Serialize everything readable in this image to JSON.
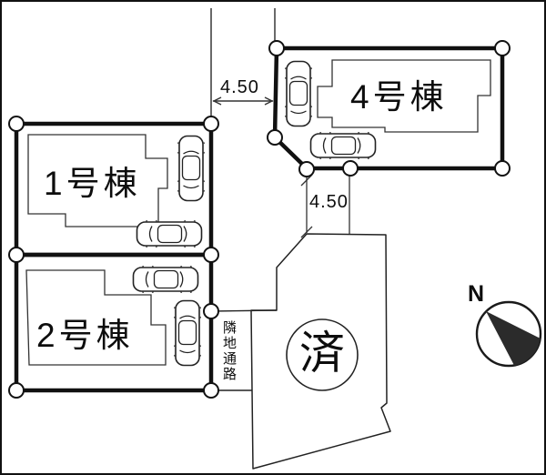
{
  "plan": {
    "buildings": [
      {
        "id": "1",
        "label": "1号棟",
        "cars_parked": 2
      },
      {
        "id": "2",
        "label": "2号棟",
        "cars_parked": 2
      },
      {
        "id": "4",
        "label": "4号棟",
        "cars_parked": 2
      }
    ],
    "dimensions": {
      "road_top": "4.50",
      "road_mid": "4.50"
    },
    "passage_label": "隣地通路",
    "sold_label": "済",
    "compass_label": "N",
    "colors": {
      "background": "#ffffff",
      "thick_border": "#111111",
      "thin_line": "#333333",
      "road_line": "#444444"
    }
  }
}
